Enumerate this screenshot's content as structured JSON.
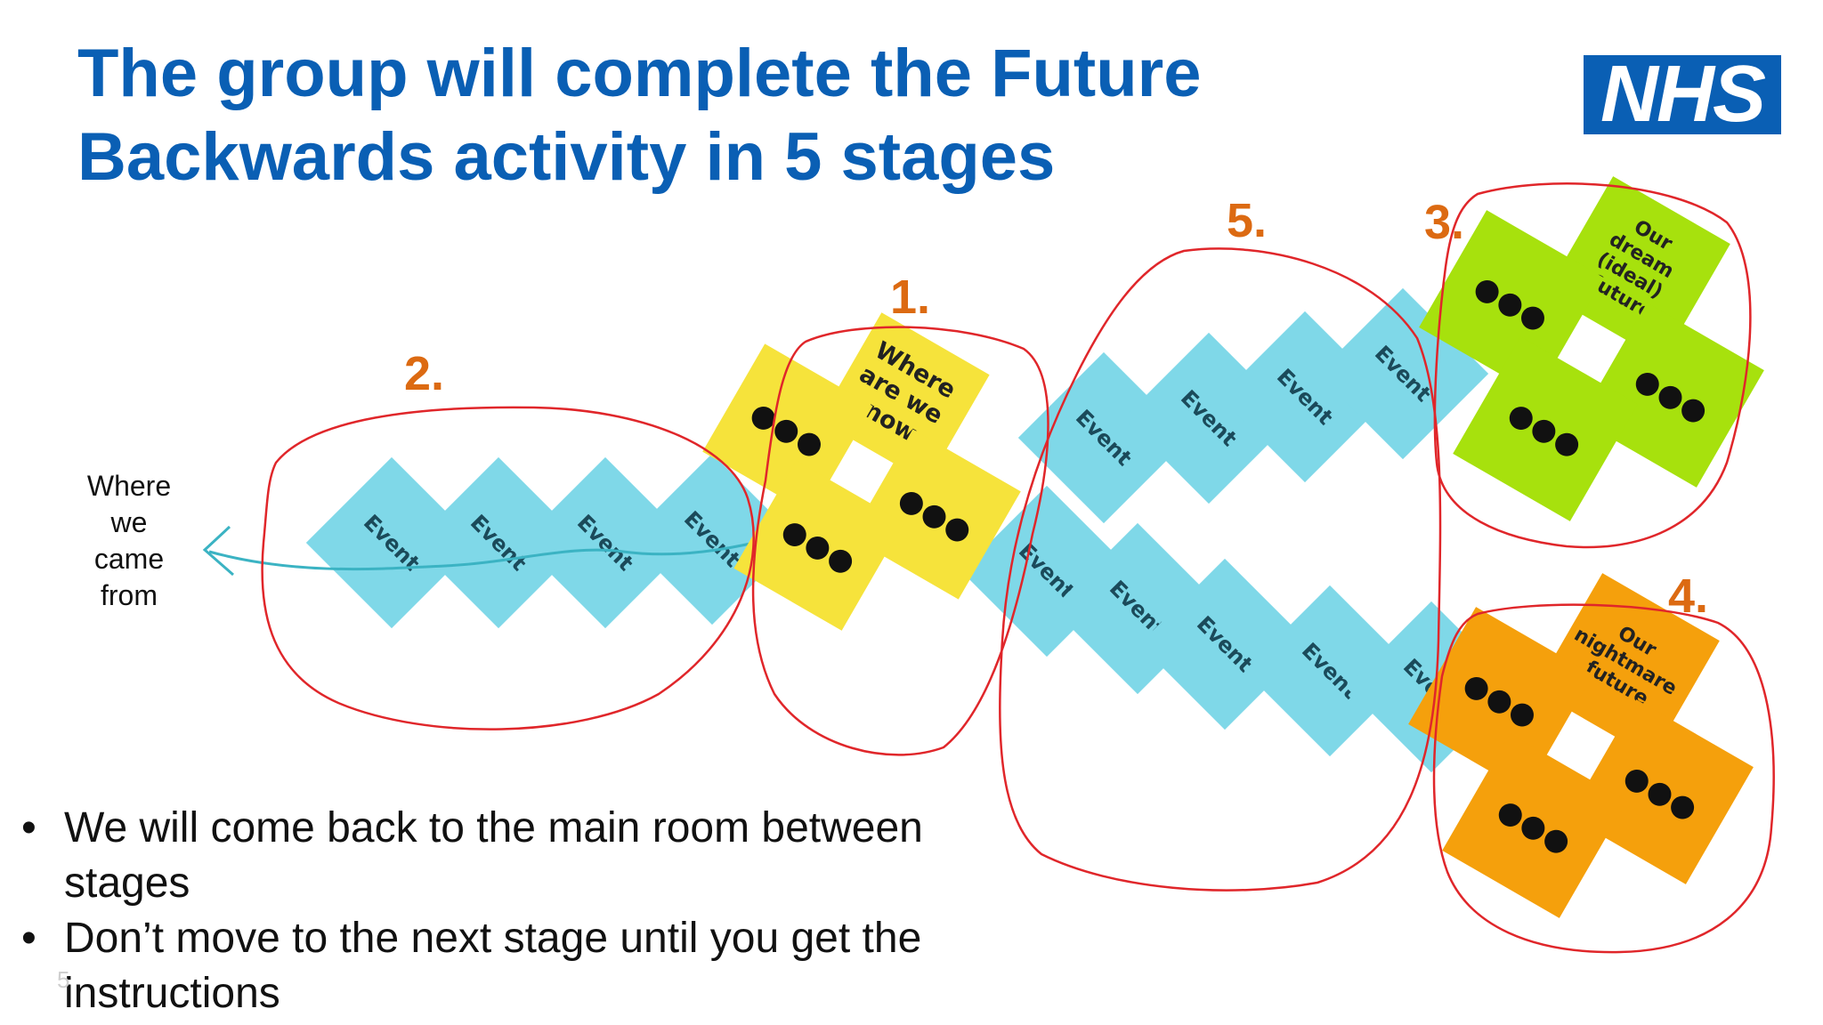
{
  "title": {
    "line1": "The group will complete the Future",
    "line2": "Backwards activity in 5 stages"
  },
  "logo": {
    "text": "NHS",
    "color": "#0a5fb4",
    "icon": "nhs-logo"
  },
  "stages": {
    "s1": "1.",
    "s2": "2.",
    "s3": "3.",
    "s4": "4.",
    "s5": "5."
  },
  "origin": {
    "lines": [
      "Where",
      "we",
      "came",
      "from"
    ]
  },
  "event_label": "Event",
  "notes": {
    "now": [
      "Where",
      "are we",
      "now"
    ],
    "dream": [
      "Our",
      "dream",
      "(ideal)",
      "future"
    ],
    "nightmare": [
      "Our",
      "nightmare",
      "future"
    ],
    "dots": "●●●"
  },
  "bullets": [
    "We will come back to the main room between stages",
    "Don’t move to the next stage until you get the instructions"
  ],
  "slide_number": "5",
  "colors": {
    "event": "#7fd8e8",
    "now": "#f6e33b",
    "dream": "#a7e10d",
    "nightmare": "#f5a00c",
    "stage_number": "#dc6a12",
    "circle": "#e0262a",
    "arrow": "#3bb3c3"
  }
}
